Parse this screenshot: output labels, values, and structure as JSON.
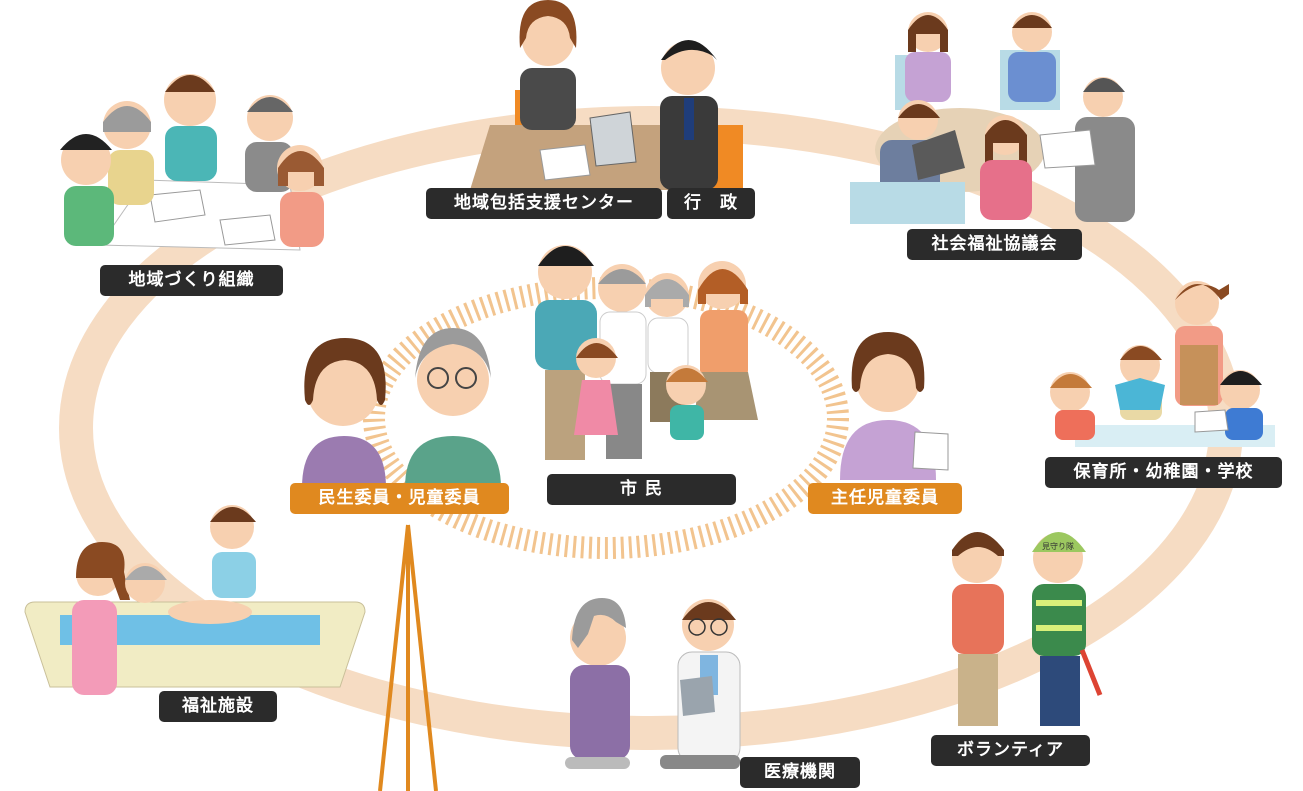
{
  "colors": {
    "ring": "#f6dcc3",
    "dash_ring": "#f2c48f",
    "label_dark": "#2b2b2b",
    "label_orange": "#e0891f"
  },
  "labels": {
    "center": "地域包括支援センター",
    "gov": "行　政",
    "shakyo": "社会福祉協議会",
    "chiiki": "地域づくり組織",
    "hoiku": "保育所・幼稚園・学校",
    "shimin": "市 民",
    "minsei": "民生委員・児童委員",
    "shunin": "主任児童委員",
    "fukushi": "福祉施設",
    "iryo": "医療機関",
    "volunteer": "ボランティア",
    "cap_text": "見守り隊"
  },
  "illustrations": [
    "meeting-group",
    "center-staff",
    "council-meeting",
    "nursery-scene",
    "family-group",
    "commissioners",
    "chief-commissioner",
    "care-bath",
    "doctor-visit",
    "volunteers"
  ]
}
